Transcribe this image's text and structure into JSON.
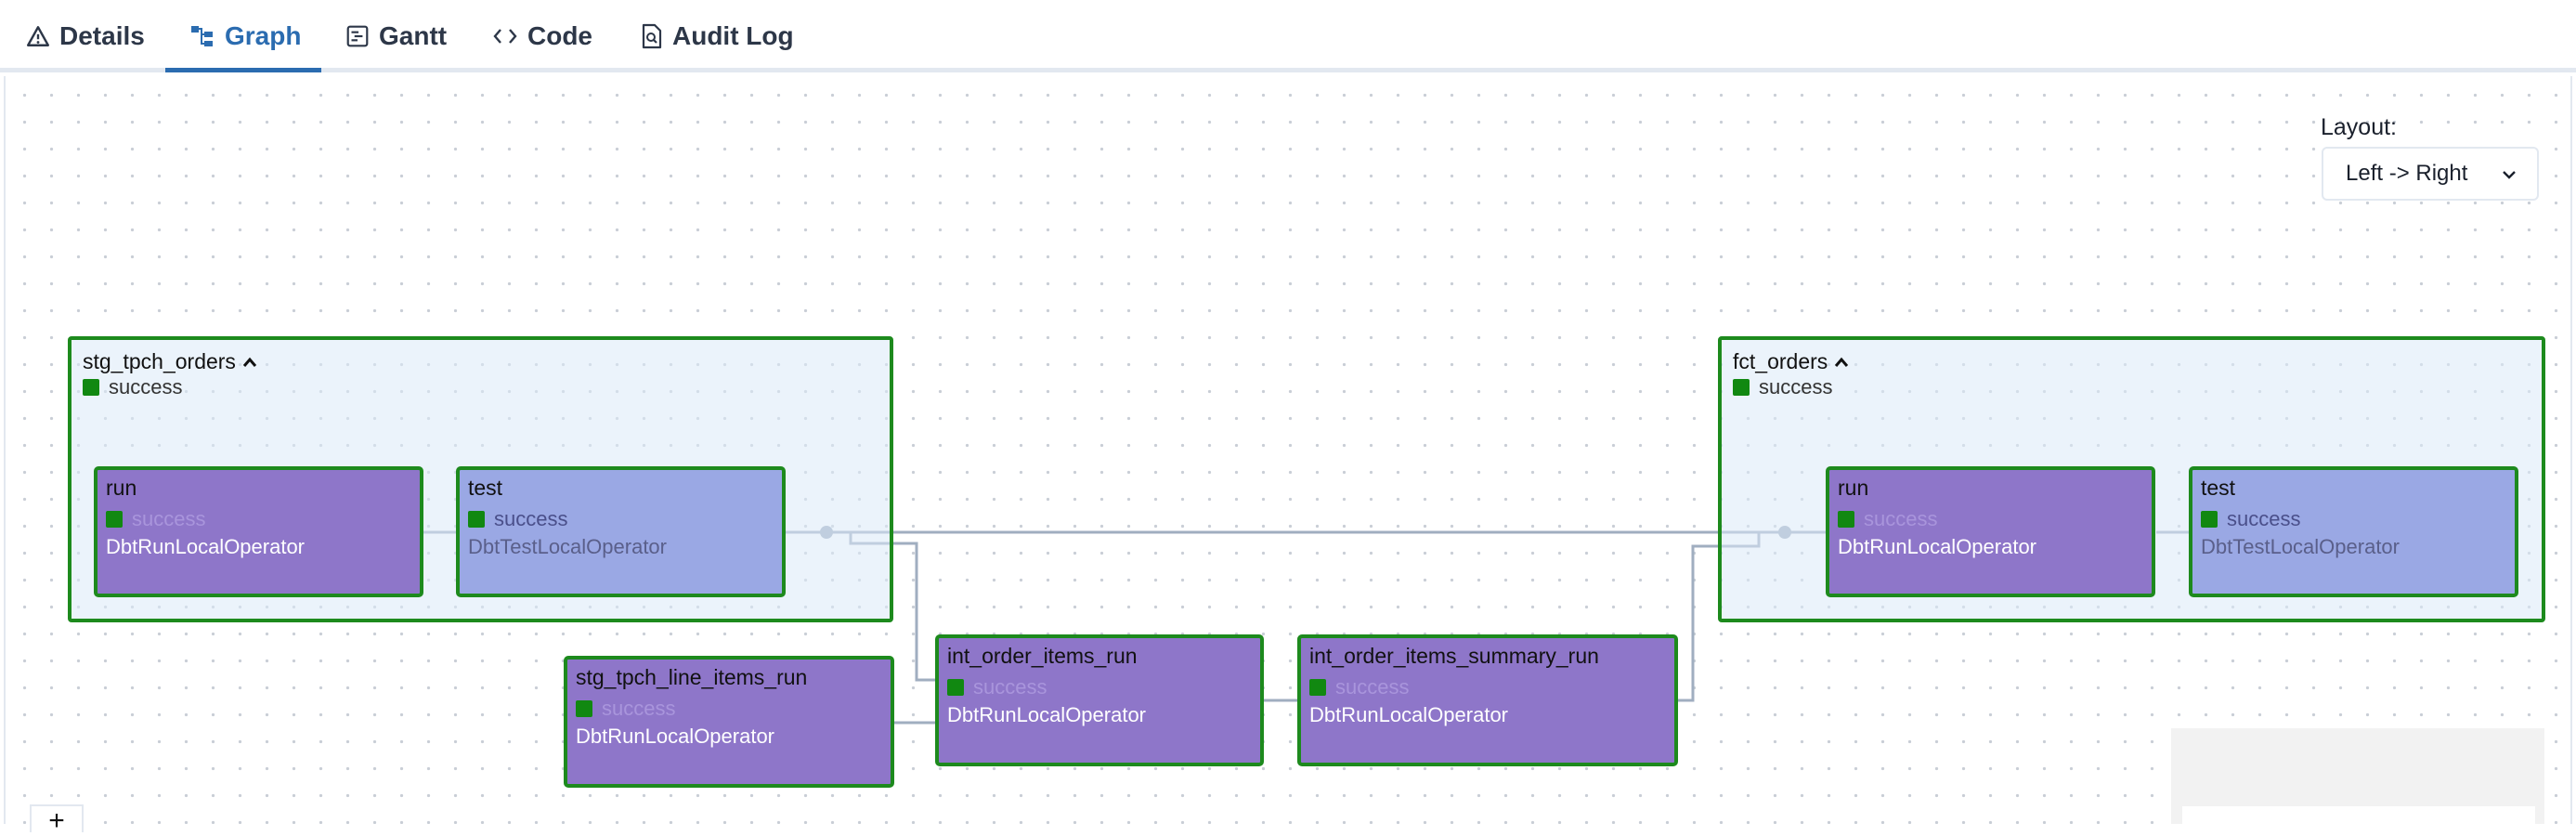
{
  "tabs": [
    {
      "label": "Details",
      "icon": "warning-icon"
    },
    {
      "label": "Graph",
      "icon": "graph-icon",
      "active": true
    },
    {
      "label": "Gantt",
      "icon": "gantt-icon"
    },
    {
      "label": "Code",
      "icon": "code-icon"
    },
    {
      "label": "Audit Log",
      "icon": "audit-log-icon"
    }
  ],
  "layout": {
    "label": "Layout:",
    "value": "Left -> Right"
  },
  "groups": [
    {
      "name": "stg_tpch_orders",
      "status": "success"
    },
    {
      "name": "fct_orders",
      "status": "success"
    }
  ],
  "nodes": {
    "stg_orders_run": {
      "title": "run",
      "status": "success",
      "operator": "DbtRunLocalOperator"
    },
    "stg_orders_test": {
      "title": "test",
      "status": "success",
      "operator": "DbtTestLocalOperator"
    },
    "fct_orders_run": {
      "title": "run",
      "status": "success",
      "operator": "DbtRunLocalOperator"
    },
    "fct_orders_test": {
      "title": "test",
      "status": "success",
      "operator": "DbtTestLocalOperator"
    },
    "stg_line_items_run": {
      "title": "stg_tpch_line_items_run",
      "status": "success",
      "operator": "DbtRunLocalOperator"
    },
    "int_order_items_run": {
      "title": "int_order_items_run",
      "status": "success",
      "operator": "DbtRunLocalOperator"
    },
    "int_order_items_summary_run": {
      "title": "int_order_items_summary_run",
      "status": "success",
      "operator": "DbtRunLocalOperator"
    }
  },
  "zoom_in_label": "+",
  "colors": {
    "accent": "#2b6cb0",
    "success": "#118811",
    "group_border": "#1d8a1d",
    "run_node": "#8e76c9",
    "test_node": "#9aa8e4",
    "edge": "#a0aec0"
  }
}
